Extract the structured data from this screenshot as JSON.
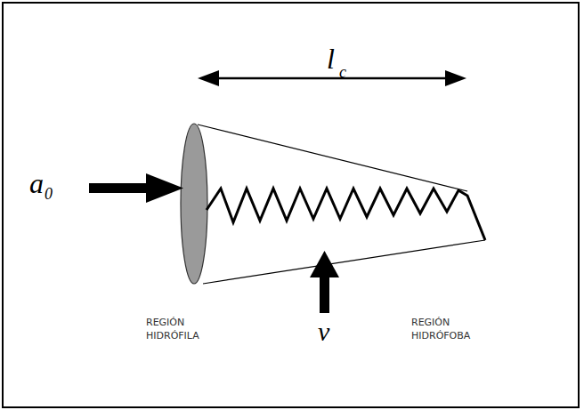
{
  "diagram": {
    "labels": [
      "l",
      "c",
      "a",
      "0",
      "v",
      "REGIÓN HIDRÓFILA",
      "REGIÓN HIDRÓFOBA"
    ]
  }
}
